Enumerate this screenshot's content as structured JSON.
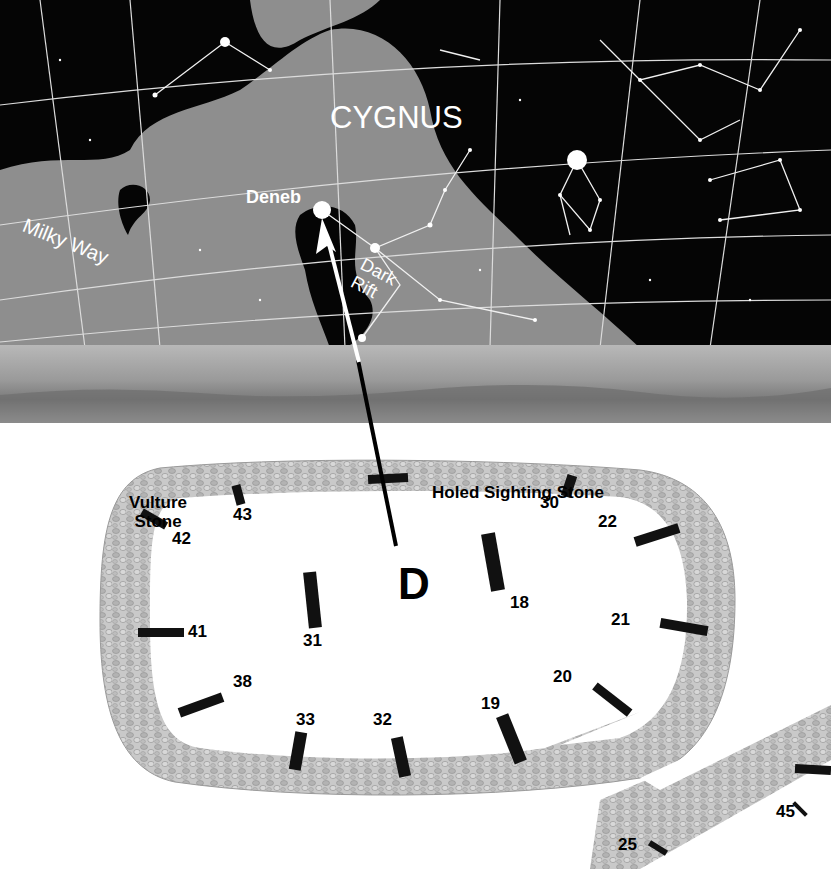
{
  "diagram": {
    "labels": [
      "CYGNUS",
      "Deneb",
      "Milky Way",
      "Dark Rift",
      "Vulture Stone",
      "Holed Sighting Stone",
      "D",
      "43",
      "42",
      "41",
      "38",
      "33",
      "32",
      "19",
      "20",
      "21",
      "22",
      "30",
      "18",
      "31",
      "45",
      "25"
    ]
  }
}
